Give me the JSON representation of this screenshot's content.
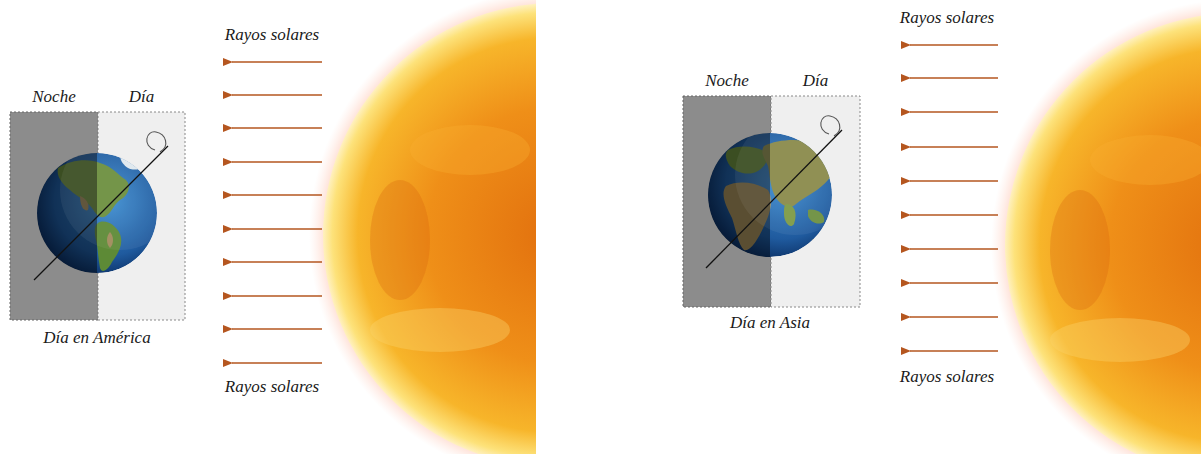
{
  "diagram": {
    "nodes": [
      {
        "text": [
          "Noche"
        ]
      },
      {
        "text": [
          "Día"
        ]
      },
      {
        "text": [
          "Noche"
        ]
      },
      {
        "text": [
          "Día"
        ]
      }
    ],
    "labels": [
      "Rayos solares",
      "Día en América",
      "Rayos solares",
      "Rayos solares",
      "Día en Asia",
      "Rayos solares"
    ]
  }
}
